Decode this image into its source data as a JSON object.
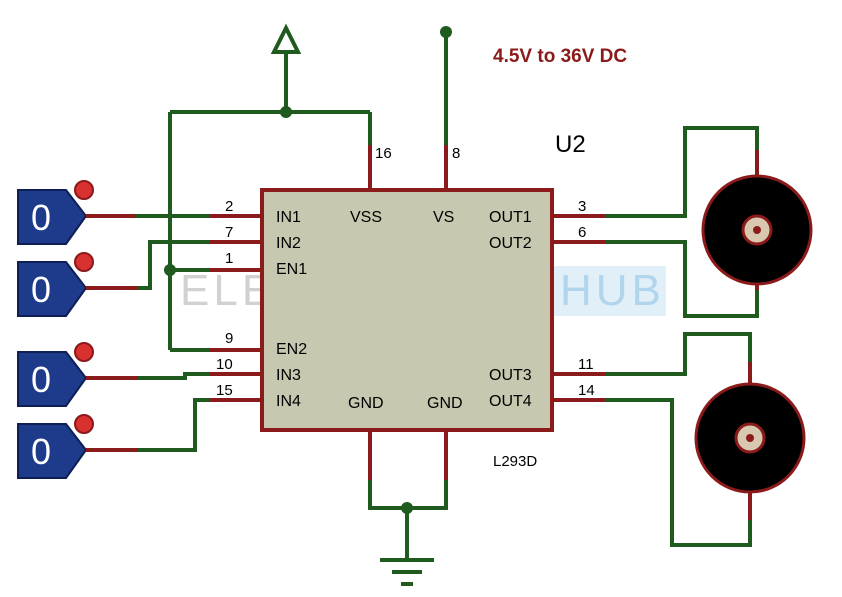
{
  "supply_label": "4.5V to 36V DC",
  "ic": {
    "ref": "U2",
    "part": "L293D",
    "labels": {
      "in1": "IN1",
      "in2": "IN2",
      "en1": "EN1",
      "en2": "EN2",
      "in3": "IN3",
      "in4": "IN4",
      "vss": "VSS",
      "vs": "VS",
      "out1": "OUT1",
      "out2": "OUT2",
      "out3": "OUT3",
      "out4": "OUT4",
      "gnd1": "GND",
      "gnd2": "GND"
    },
    "pins": {
      "in1": "2",
      "in2": "7",
      "en1": "1",
      "en2": "9",
      "in3": "10",
      "in4": "15",
      "vss": "16",
      "vs": "8",
      "out1": "3",
      "out2": "6",
      "out3": "11",
      "out4": "14"
    }
  },
  "logic_inputs": [
    "0",
    "0",
    "0",
    "0"
  ],
  "watermark": {
    "brand": "ELECTRONICS",
    "hub": "HUB"
  },
  "colors": {
    "wire": "#1f5a1f",
    "pin": "#8b1a1a",
    "ic_fill": "#c8c8b0",
    "logic_fill": "#1e3a8a",
    "motor_ring": "#8b1a1a"
  }
}
